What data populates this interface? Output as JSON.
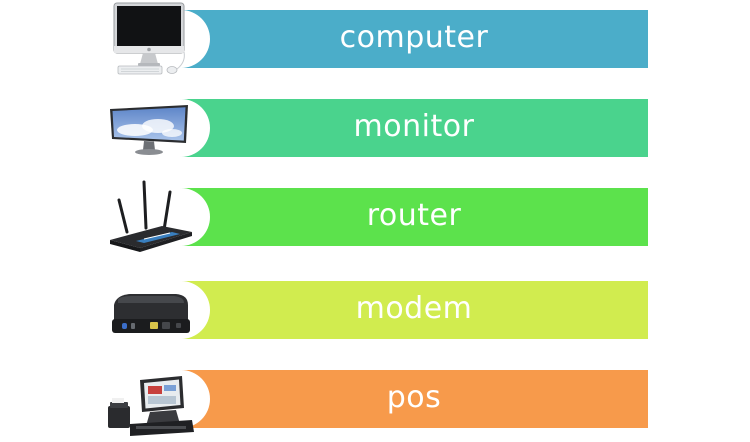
{
  "items": [
    {
      "label": "computer",
      "color": "#4badc9",
      "icon": "imac-computer-icon"
    },
    {
      "label": "monitor",
      "color": "#4ad38d",
      "icon": "monitor-icon"
    },
    {
      "label": "router",
      "color": "#5ce24c",
      "icon": "wifi-router-icon"
    },
    {
      "label": "modem",
      "color": "#d1ec4f",
      "icon": "modem-icon"
    },
    {
      "label": "pos",
      "color": "#f79a4b",
      "icon": "pos-terminal-icon"
    }
  ]
}
